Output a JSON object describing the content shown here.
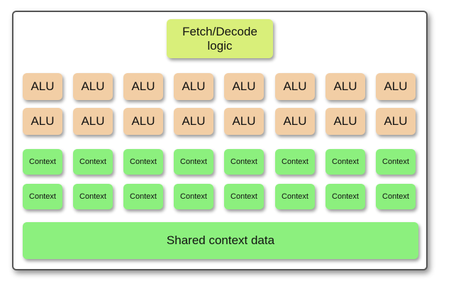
{
  "diagram": {
    "fetch_decode": {
      "line1": "Fetch/Decode",
      "line2": "logic"
    },
    "alu_rows": [
      [
        "ALU",
        "ALU",
        "ALU",
        "ALU",
        "ALU",
        "ALU",
        "ALU",
        "ALU"
      ],
      [
        "ALU",
        "ALU",
        "ALU",
        "ALU",
        "ALU",
        "ALU",
        "ALU",
        "ALU"
      ]
    ],
    "context_rows": [
      [
        "Context",
        "Context",
        "Context",
        "Context",
        "Context",
        "Context",
        "Context",
        "Context"
      ],
      [
        "Context",
        "Context",
        "Context",
        "Context",
        "Context",
        "Context",
        "Context",
        "Context"
      ]
    ],
    "shared": "Shared context data",
    "colors": {
      "fetch_decode": "#d9ef7a",
      "alu": "#f2cea5",
      "context": "#8cf07e",
      "shared": "#8cf07e",
      "frame_border": "#555555"
    }
  }
}
